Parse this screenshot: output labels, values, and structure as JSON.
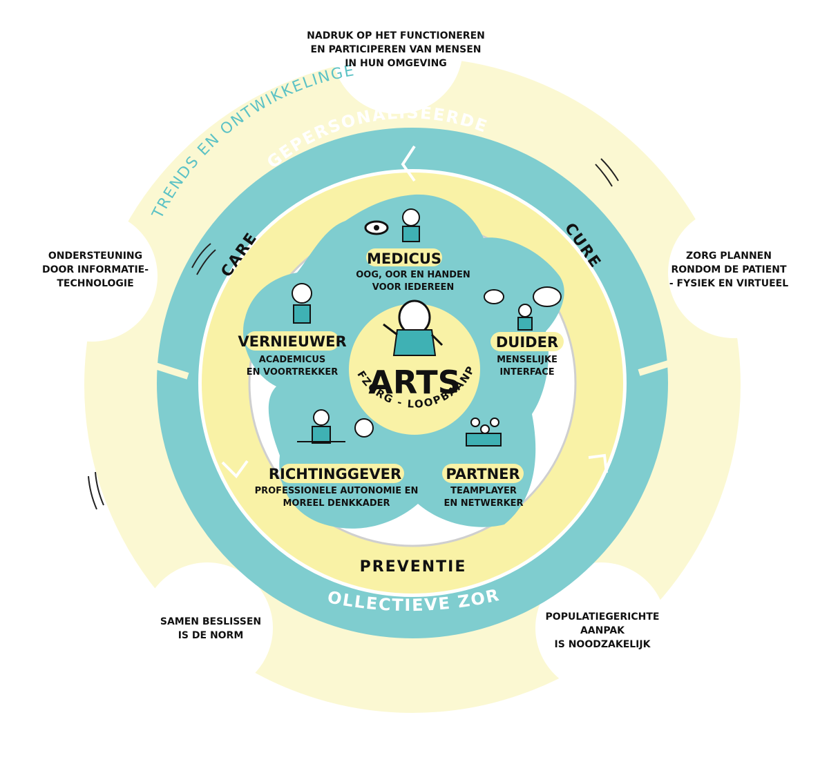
{
  "diagram": {
    "outer_ring_label": "TRENDS EN ONTWIKKELINGEN",
    "trends": {
      "top": [
        "NADRUK OP HET FUNCTIONEREN",
        "EN PARTICIPEREN VAN MENSEN",
        "IN HUN OMGEVING"
      ],
      "left": [
        "ONDERSTEUNING",
        "DOOR INFORMATIE-",
        "TECHNOLOGIE"
      ],
      "right": [
        "ZORG PLANNEN",
        "RONDOM DE PATIENT",
        "- FYSIEK EN VIRTUEEL"
      ],
      "bottom_left": [
        "SAMEN BESLISSEN",
        "IS DE NORM"
      ],
      "bottom_right": [
        "POPULATIEGERICHTE",
        "AANPAK",
        "IS NOODZAKELIJK"
      ]
    },
    "teal_ring": {
      "top": "GEPERSONALISEERDE ZORG",
      "bottom": "COLLECTIEVE ZORG"
    },
    "yellow_ring": {
      "left": "CARE",
      "right": "CURE",
      "bottom": "PREVENTIE"
    },
    "center": {
      "title": "ARTS",
      "arc": "ZELFZORG - LOOPBAANPAD"
    },
    "roles": {
      "medicus": {
        "title": "MEDICUS",
        "lines": [
          "OOG, OOR EN HANDEN",
          "VOOR IEDEREEN"
        ]
      },
      "vernieuwer": {
        "title": "VERNIEUWER",
        "lines": [
          "ACADEMICUS",
          "EN VOORTREKKER"
        ]
      },
      "duider": {
        "title": "DUIDER",
        "lines": [
          "MENSELIJKE",
          "INTERFACE"
        ]
      },
      "richtinggever": {
        "title": "RICHTINGGEVER",
        "lines": [
          "PROFESSIONELE AUTONOMIE EN",
          "MOREEL DENKKADER"
        ]
      },
      "partner": {
        "title": "PARTNER",
        "lines": [
          "TEAMPLAYER",
          "EN NETWERKER"
        ]
      }
    },
    "colors": {
      "outer_yellow": "#fbf8d2",
      "teal": "#7fcdcf",
      "teal_dark": "#3fb1b4",
      "yellow": "#f9f2a6",
      "white": "#ffffff",
      "ink": "#111111"
    }
  }
}
